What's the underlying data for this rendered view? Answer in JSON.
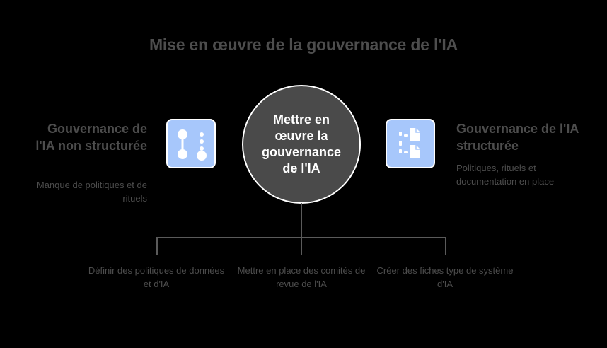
{
  "title": "Mise en œuvre de la gouvernance de l'IA",
  "left": {
    "title": "Gouvernance de l'IA non structurée",
    "description": "Manque de politiques et de rituels",
    "icon": "unstructured-nodes-icon"
  },
  "center": {
    "label": "Mettre en œuvre la gouvernance de l'IA"
  },
  "right": {
    "title": "Gouvernance de l'IA structurée",
    "description": "Politiques, rituels et documentation en place",
    "icon": "structured-documents-icon"
  },
  "steps": [
    {
      "label": "Définir des politiques de données et d'IA"
    },
    {
      "label": "Mettre en place des comités de revue de l'IA"
    },
    {
      "label": "Créer des fiches type de système d'IA"
    }
  ],
  "colors": {
    "background": "#000000",
    "text": "#4d4d4d",
    "circle": "#4a4a4a",
    "icon_bg": "#a7c7fb",
    "connector": "#5a5a5a"
  }
}
